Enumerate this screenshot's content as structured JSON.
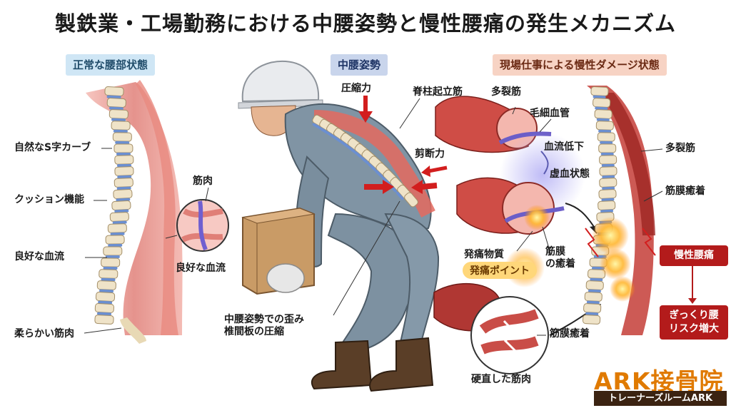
{
  "title": "製鉄業・工場勤務における中腰姿勢と慢性腰痛の発生メカニズム",
  "sections": {
    "normal": "正常な腰部状態",
    "posture": "中腰姿勢",
    "damage": "現場仕事による慢性ダメージ状態"
  },
  "normal_labels": {
    "s_curve": "自然なS字カーブ",
    "cushion": "クッション機能",
    "blood_flow": "良好な血流",
    "soft_muscle": "柔らかい筋肉",
    "muscle": "筋肉",
    "blood_flow_zoom": "良好な血流"
  },
  "posture_labels": {
    "compression": "圧縮力",
    "erector": "脊柱起立筋",
    "shear": "剪断力",
    "distortion": "中腰姿勢での歪み\n椎間板の圧縮"
  },
  "damage_labels": {
    "multifidus": "多裂筋",
    "capillary": "毛細血管",
    "low_flow": "血流低下",
    "ischemia": "虚血状態",
    "pain_substance": "発痛物質",
    "pain_point": "発痛ポイント",
    "fascia_adhesion_short": "筋膜\nの癒着",
    "fascia_adhesion": "筋膜癒着",
    "stiff_muscle": "硬直した筋肉",
    "multifidus_right": "多裂筋",
    "fascia_adhesion_right": "筋膜癒着"
  },
  "warnings": {
    "chronic": "慢性腰痛",
    "risk": "ぎっくり腰\nリスク増大"
  },
  "brand": {
    "name": "ARK接骨院",
    "sub": "トレーナーズルームARK"
  },
  "colors": {
    "bone": "#efe3c8",
    "disc": "#6b8fd1",
    "muscle": "#d9655e",
    "uniform": "#7f93a3",
    "warning": "#b31b1b",
    "accent_orange": "#e07a00"
  }
}
